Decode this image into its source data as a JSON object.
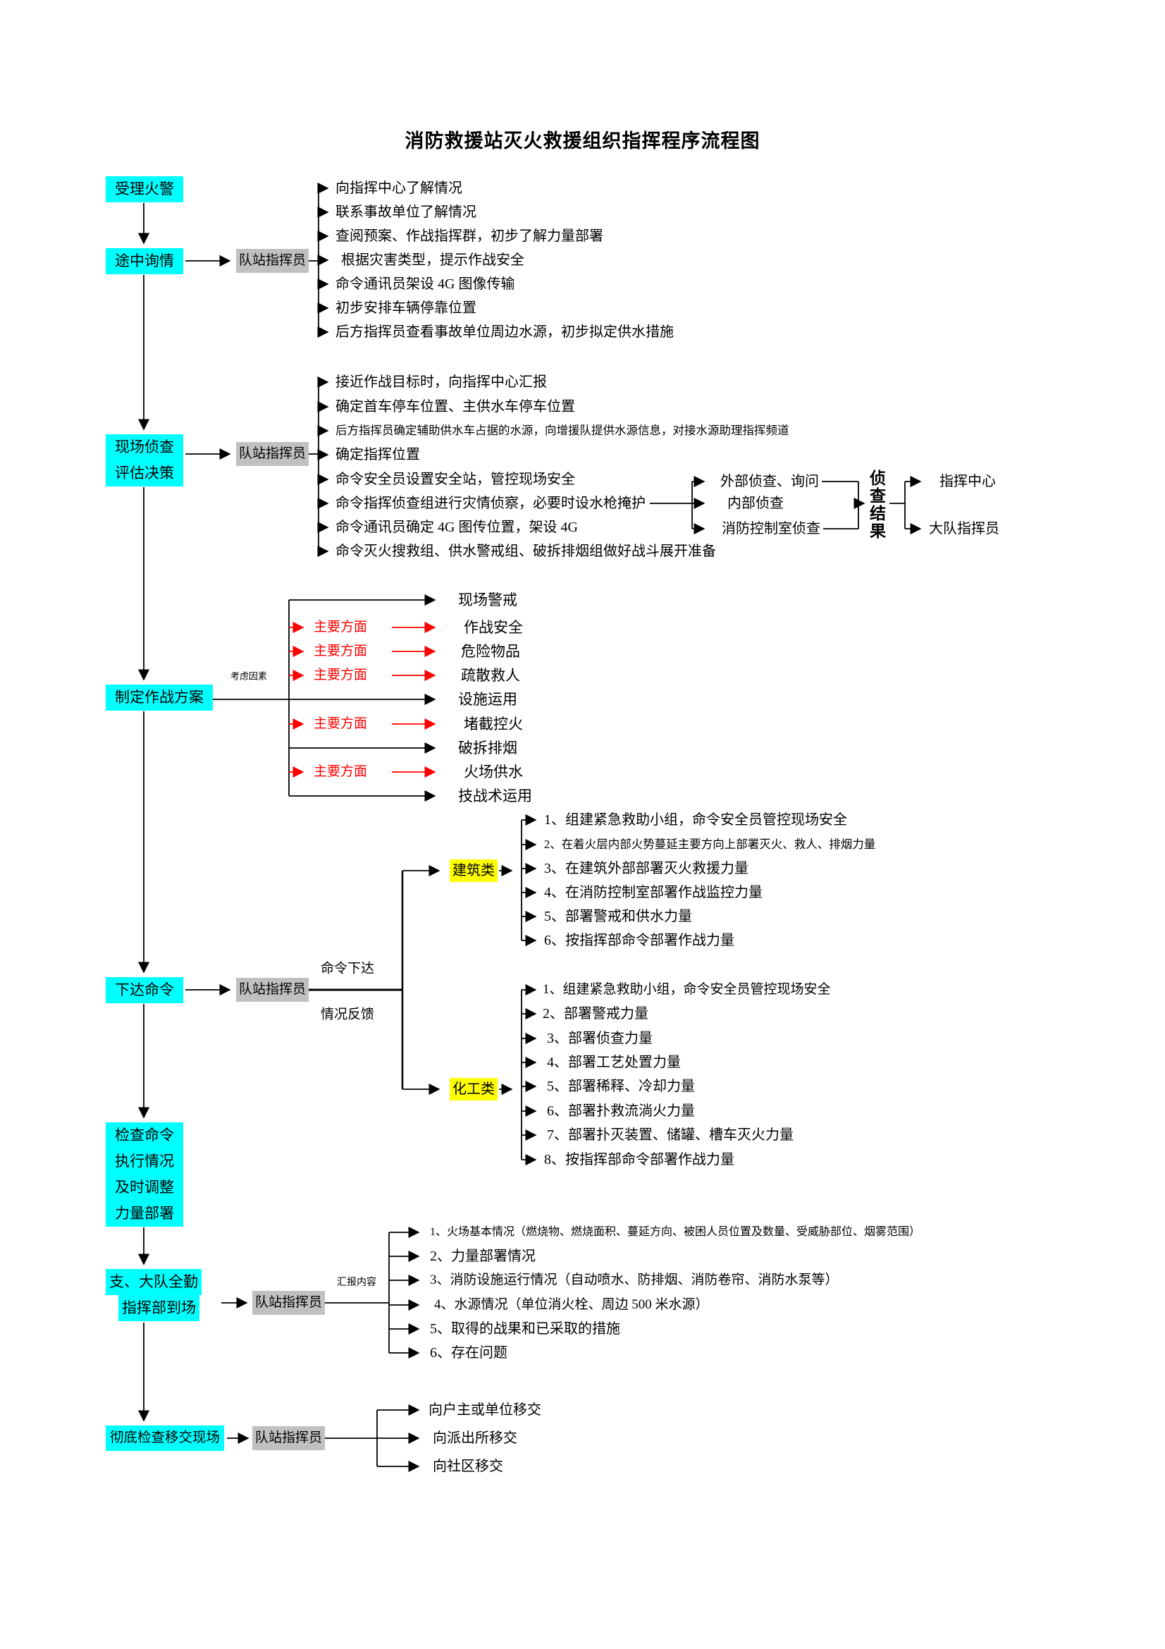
{
  "title": "消防救援站灭火救援组织指挥程序流程图",
  "roles": {
    "commander": "队站指挥员"
  },
  "colors": {
    "stage_bg": "#00ffff",
    "commander_bg": "#c0c0c0",
    "category_bg": "#ffff00",
    "emphasis": "#ff0000"
  },
  "stages": {
    "s1": {
      "label": "受理火警"
    },
    "s2": {
      "label": "途中询情",
      "items": [
        "向指挥中心了解情况",
        "联系事故单位了解情况",
        "查阅预案、作战指挥群，初步了解力量部署",
        "根据灾害类型，提示作战安全",
        "命令通讯员架设 4G 图像传输",
        "初步安排车辆停靠位置",
        "后方指挥员查看事故单位周边水源，初步拟定供水措施"
      ]
    },
    "s3": {
      "label_line1": "现场侦查",
      "label_line2": "评估决策",
      "items": [
        "接近作战目标时，向指挥中心汇报",
        "确定首车停车位置、主供水车停车位置",
        "后方指挥员确定辅助供水车占据的水源，向增援队提供水源信息，对接水源助理指挥频道",
        "确定指挥位置",
        "命令安全员设置安全站，管控现场安全",
        "命令指挥侦查组进行灾情侦察，必要时设水枪掩护",
        "命令通讯员确定 4G 图传位置，架设 4G",
        "命令灭火搜救组、供水警戒组、破拆排烟组做好战斗展开准备"
      ],
      "recon": {
        "sources": [
          "外部侦查、询问",
          "内部侦查",
          "消防控制室侦查"
        ],
        "result": "侦查结果",
        "receivers": [
          "指挥中心",
          "大队指挥员"
        ]
      }
    },
    "s4": {
      "label": "制定作战方案",
      "factor_note": "考虑因素",
      "aspect_label": "主要方面",
      "aspects": [
        {
          "text": "现场警戒",
          "main": false
        },
        {
          "text": "作战安全",
          "main": true
        },
        {
          "text": "危险物品",
          "main": true
        },
        {
          "text": "疏散救人",
          "main": true
        },
        {
          "text": "设施运用",
          "main": false
        },
        {
          "text": "堵截控火",
          "main": true
        },
        {
          "text": "破拆排烟",
          "main": false
        },
        {
          "text": "火场供水",
          "main": true
        },
        {
          "text": "技战术运用",
          "main": false
        }
      ]
    },
    "s5": {
      "label": "下达命令",
      "cmd_label": "命令下达",
      "feedback_label": "情况反馈",
      "building": {
        "label": "建筑类",
        "items": [
          "1、组建紧急救助小组，命令安全员管控现场安全",
          "2、在着火层内部火势蔓延主要方向上部署灭火、救人、排烟力量",
          "3、在建筑外部部署灭火救援力量",
          "4、在消防控制室部署作战监控力量",
          "5、部署警戒和供水力量",
          "6、按指挥部命令部署作战力量"
        ]
      },
      "chemical": {
        "label": "化工类",
        "items": [
          "1、组建紧急救助小组，命令安全员管控现场安全",
          "2、部署警戒力量",
          "3、部署侦查力量",
          "4、部署工艺处置力量",
          "5、部署稀释、冷却力量",
          "6、部署扑救流淌火力量",
          "7、部署扑灭装置、储罐、槽车灭火力量",
          "8、按指挥部命令部署作战力量"
        ]
      }
    },
    "s6": {
      "label_lines": [
        "检查命令",
        "执行情况",
        "及时调整",
        "力量部署"
      ]
    },
    "s7": {
      "label_line1": "支、大队全勤",
      "label_line2": "指挥部到场",
      "report_note": "汇报内容",
      "items": [
        "1、火场基本情况（燃烧物、燃烧面积、蔓延方向、被困人员位置及数量、受威胁部位、烟雾范围）",
        "2、力量部署情况",
        "3、消防设施运行情况（自动喷水、防排烟、消防卷帘、消防水泵等）",
        "4、水源情况（单位消火栓、周边 500 米水源）",
        "5、取得的战果和已采取的措施",
        "6、存在问题"
      ]
    },
    "s8": {
      "label": "彻底检查移交现场",
      "items": [
        "向户主或单位移交",
        "向派出所移交",
        "向社区移交"
      ]
    }
  }
}
